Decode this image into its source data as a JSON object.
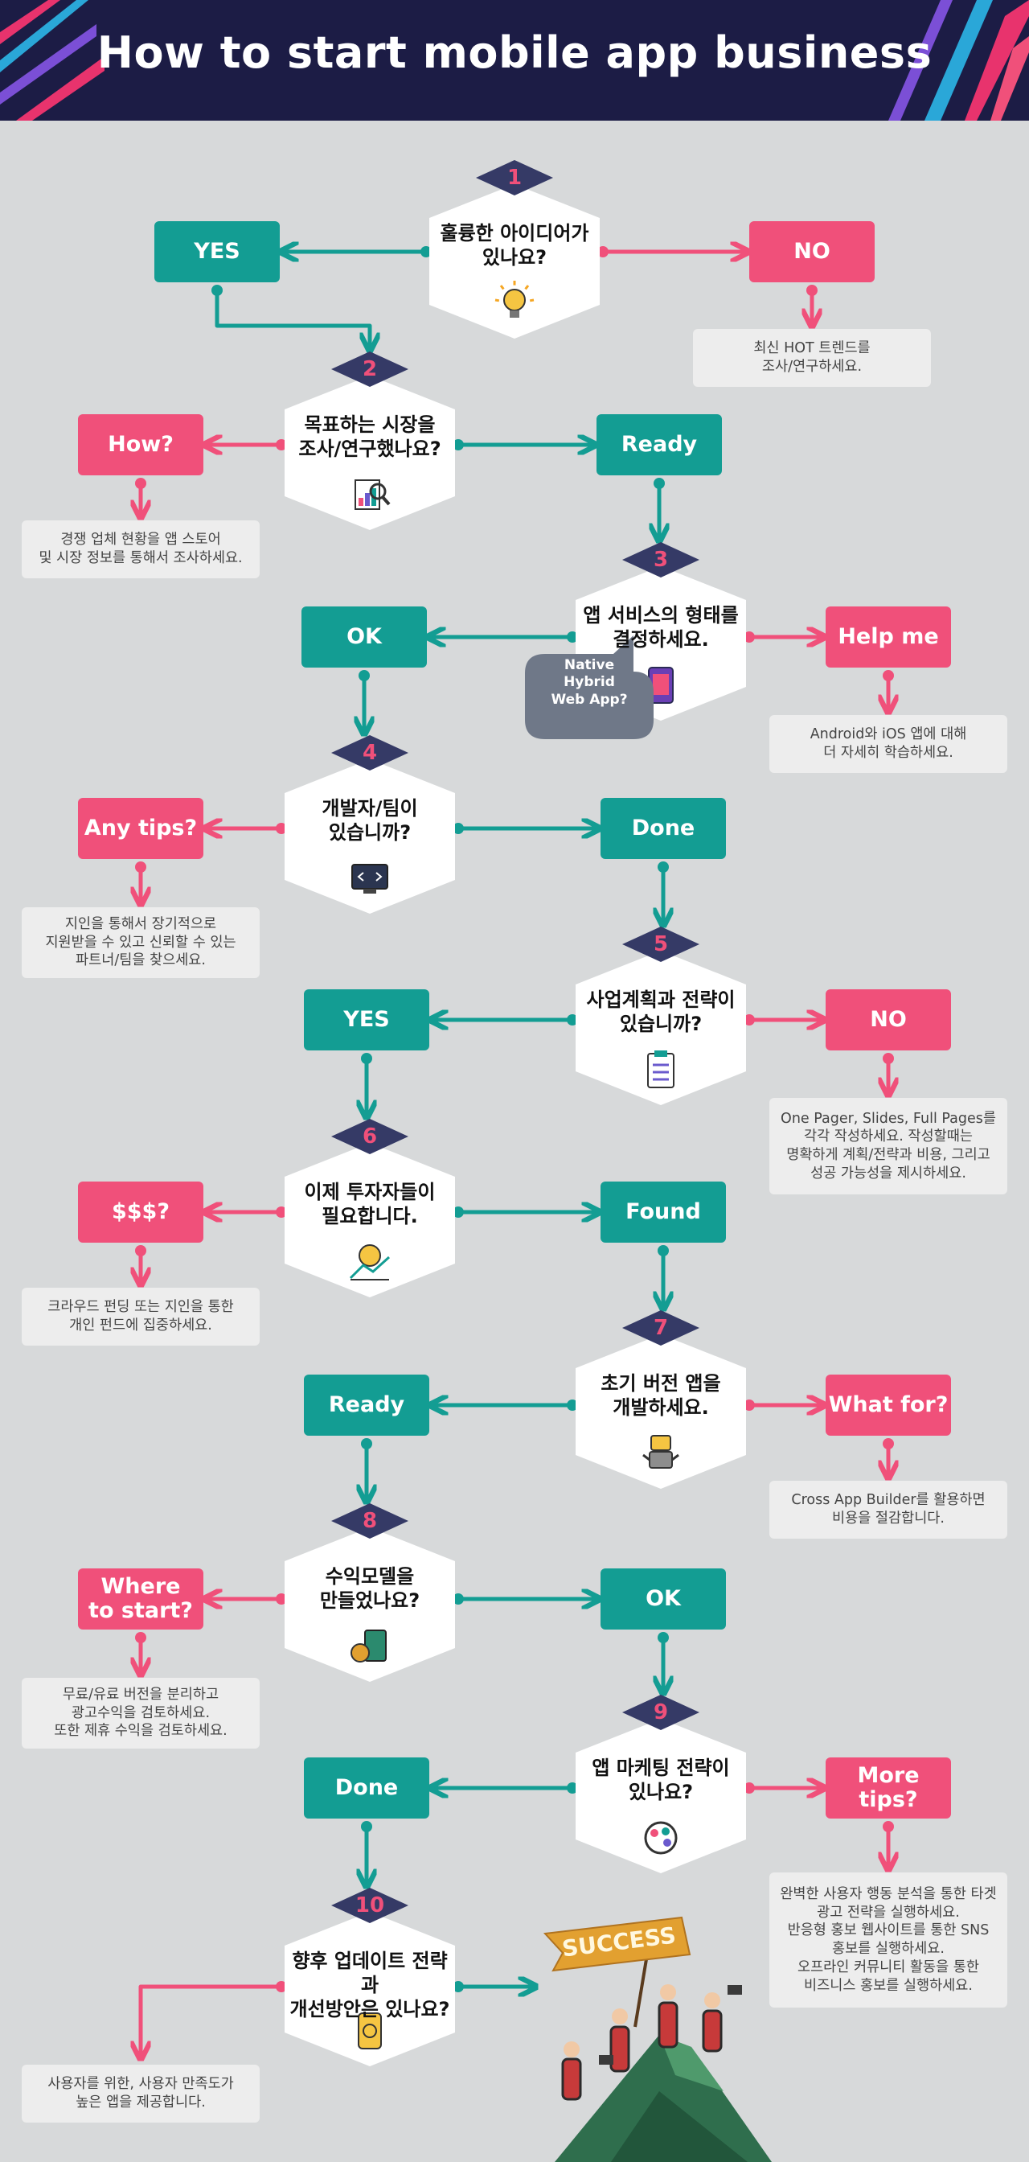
{
  "title": "How to start mobile app business",
  "colors": {
    "background": "#d7d9da",
    "header": "#1c1c45",
    "teal": "#139d93",
    "pink": "#f0507a",
    "navy": "#353a66",
    "note_bg": "#ededed",
    "bubble": "#6f7888"
  },
  "steps": [
    {
      "number": "1",
      "question": "훌륭한 아이디어가\n있나요?",
      "icon": "lightbulb-icon",
      "positive": {
        "label": "YES"
      },
      "negative": {
        "label": "NO",
        "note": "최신 HOT 트렌드를\n조사/연구하세요."
      }
    },
    {
      "number": "2",
      "question": "목표하는 시장을\n조사/연구했나요?",
      "icon": "market-research-icon",
      "positive": {
        "label": "Ready"
      },
      "negative": {
        "label": "How?",
        "note": "경쟁 업체 현황을 앱 스토어\n및 시장 정보를 통해서 조사하세요."
      }
    },
    {
      "number": "3",
      "question": "앱 서비스의 형태를\n결정하세요.",
      "icon": "mobile-app-icon",
      "bubble": "Native\nHybrid\nWeb App?",
      "positive": {
        "label": "OK"
      },
      "negative": {
        "label": "Help me",
        "note": "Android와 iOS 앱에 대해\n더 자세히 학습하세요."
      }
    },
    {
      "number": "4",
      "question": "개발자/팀이\n있습니까?",
      "icon": "code-monitor-icon",
      "positive": {
        "label": "Done"
      },
      "negative": {
        "label": "Any tips?",
        "note": "지인을 통해서 장기적으로\n지원받을 수 있고 신뢰할 수 있는\n파트너/팀을 찾으세요."
      }
    },
    {
      "number": "5",
      "question": "사업계획과 전략이\n있습니까?",
      "icon": "clipboard-plan-icon",
      "positive": {
        "label": "YES"
      },
      "negative": {
        "label": "NO",
        "note": "One Pager, Slides, Full Pages를\n각각 작성하세요. 작성할때는\n명확하게 계획/전략과 비용, 그리고\n성공 가능성을 제시하세요."
      }
    },
    {
      "number": "6",
      "question": "이제 투자자들이\n필요합니다.",
      "icon": "money-growth-icon",
      "positive": {
        "label": "Found"
      },
      "negative": {
        "label": "$$$?",
        "note": "크라우드 펀딩 또는 지인을 통한\n개인 펀드에 집중하세요."
      }
    },
    {
      "number": "7",
      "question": "초기 버전 앱을\n개발하세요.",
      "icon": "robot-icon",
      "positive": {
        "label": "Ready"
      },
      "negative": {
        "label": "What for?",
        "note": "Cross App Builder를 활용하면\n비용을 절감합니다."
      }
    },
    {
      "number": "8",
      "question": "수익모델을\n만들었나요?",
      "icon": "calculator-coin-icon",
      "positive": {
        "label": "OK"
      },
      "negative": {
        "label": "Where\nto start?",
        "note": "무료/유료 버전을 분리하고\n광고수익을 검토하세요.\n또한 제휴 수익을 검토하세요."
      }
    },
    {
      "number": "9",
      "question": "앱 마케팅 전략이\n있나요?",
      "icon": "marketing-palette-icon",
      "positive": {
        "label": "Done"
      },
      "negative": {
        "label": "More tips?",
        "note": "완벽한 사용자 행동 분석을 통한 타겟\n광고 전략을 실행하세요.\n반응형 홍보 웹사이트를 통한 SNS\n홍보를 실행하세요.\n오프라인 커뮤니티 활동을 통한\n비즈니스 홍보를 실행하세요."
      }
    },
    {
      "number": "10",
      "question": "향후 업데이트 전략과\n개선방안은 있나요?",
      "icon": "update-phone-icon",
      "negative": {
        "note": "사용자를 위한, 사용자 만족도가\n높은 앱을 제공합니다."
      }
    }
  ],
  "success": {
    "flag_text": "SUCCESS",
    "icon": "mountain-summit-icon"
  }
}
